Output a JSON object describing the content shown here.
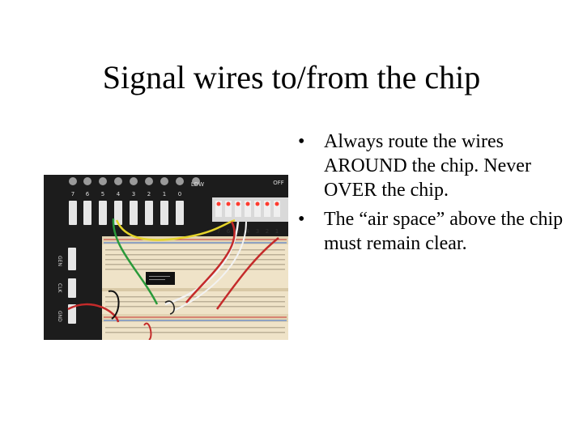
{
  "slide": {
    "title": "Signal wires to/from the chip",
    "bullets": [
      "Always route the wires AROUND the chip. Never OVER the chip.",
      "The “air space” above the chip must remain clear."
    ]
  },
  "photo": {
    "switch_numbers": [
      "7",
      "6",
      "5",
      "4",
      "3",
      "2",
      "1",
      "0"
    ],
    "ldw_label": "LDW",
    "off_label": "OFF",
    "led_numbers": [
      "7",
      "6",
      "5",
      "4",
      "3",
      "2",
      "1",
      "0"
    ],
    "side_labels": [
      "GEN",
      "CLK",
      "GND"
    ]
  }
}
